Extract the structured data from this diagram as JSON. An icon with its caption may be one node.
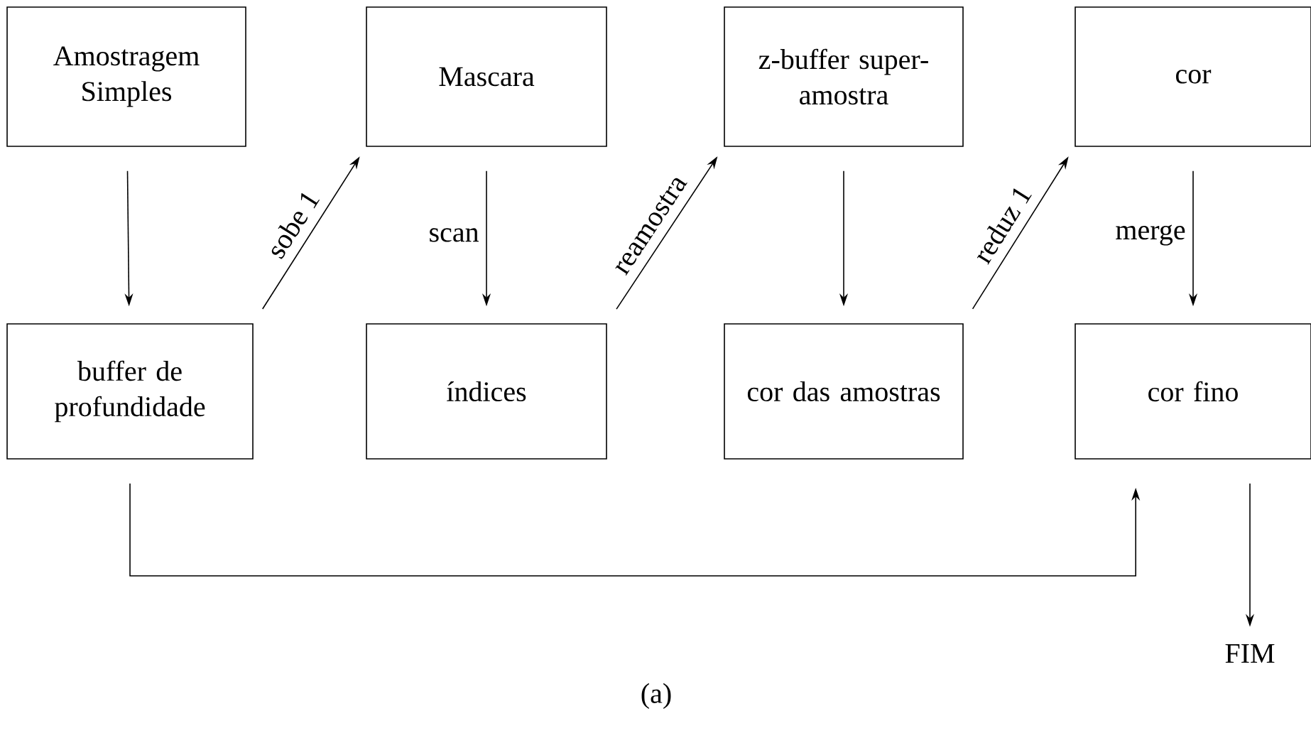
{
  "diagram": {
    "caption": "(a)",
    "nodes": [
      {
        "text": [
          "Amostragem Simples"
        ]
      },
      {
        "text": [
          "Mascara"
        ]
      },
      {
        "text": [
          "z-buffer super-amostra"
        ]
      },
      {
        "text": [
          "cor"
        ]
      },
      {
        "text": [
          "buffer de profundidade"
        ]
      },
      {
        "text": [
          "índices"
        ]
      },
      {
        "text": [
          "cor das amostras"
        ]
      },
      {
        "text": [
          "cor fino"
        ]
      },
      {
        "text": [
          "FIM"
        ]
      }
    ],
    "edges": [
      {
        "from": 0,
        "to": 4,
        "arrow": "to"
      },
      {
        "from": 1,
        "to": 5,
        "arrow": "to",
        "label": "scan"
      },
      {
        "from": 2,
        "to": 6,
        "arrow": "to"
      },
      {
        "from": 3,
        "to": 7,
        "arrow": "to",
        "label": "merge"
      },
      {
        "from": 4,
        "to": 1,
        "arrow": "to",
        "label": "sobe 1"
      },
      {
        "from": 5,
        "to": 2,
        "arrow": "to",
        "label": "reamostra"
      },
      {
        "from": 6,
        "to": 3,
        "arrow": "to",
        "label": "reduz 1"
      },
      {
        "from": 4,
        "to": 7,
        "arrow": "to"
      },
      {
        "from": 7,
        "to": 8,
        "arrow": "to"
      }
    ]
  }
}
